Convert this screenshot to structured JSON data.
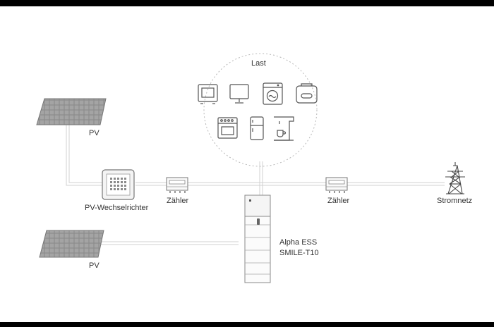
{
  "diagram": {
    "load_label": "Last",
    "pv_top_label": "PV",
    "pv_bottom_label": "PV",
    "inverter_label": "PV-Wechselrichter",
    "meter_left_label": "Zähler",
    "meter_right_label": "Zähler",
    "grid_label": "Stromnetz",
    "battery_label_line1": "Alpha ESS",
    "battery_label_line2": "SMILE-T10",
    "load_icons": [
      "tv-icon",
      "monitor-icon",
      "washing-machine-icon",
      "toaster-icon",
      "oven-icon",
      "fridge-icon",
      "coffee-machine-icon"
    ]
  }
}
